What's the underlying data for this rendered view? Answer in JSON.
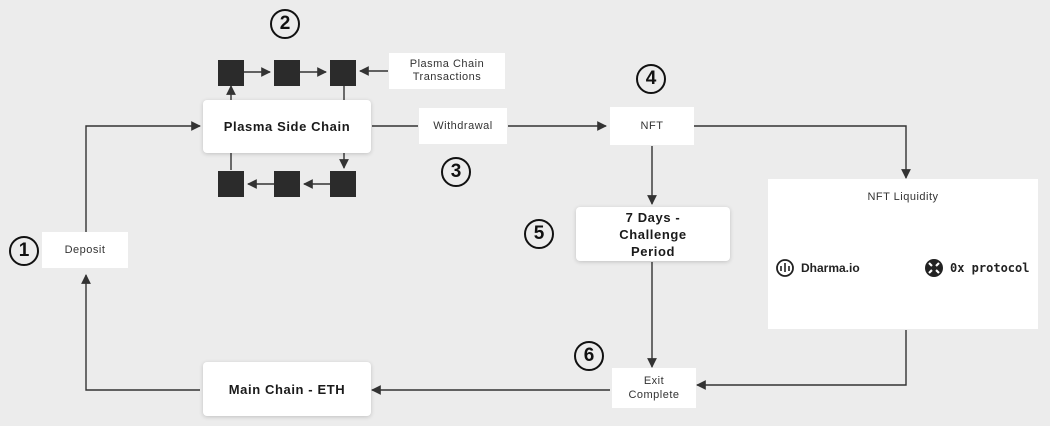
{
  "steps": [
    "1",
    "2",
    "3",
    "4",
    "5",
    "6"
  ],
  "nodes": {
    "deposit": "Deposit",
    "plasma_side_chain": "Plasma Side Chain",
    "plasma_chain_transactions": "Plasma Chain Transactions",
    "withdrawal": "Withdrawal",
    "nft": "NFT",
    "challenge_period": "7 Days - Challenge Period",
    "exit_complete": "Exit Complete",
    "main_chain": "Main Chain - ETH",
    "nft_liquidity": "NFT Liquidity"
  },
  "protocols": {
    "dharma": "Dharma.io",
    "zerox": "0x protocol"
  },
  "colors": {
    "background": "#ececec",
    "box": "#ffffff",
    "block": "#2b2b2b",
    "line": "#333333"
  }
}
